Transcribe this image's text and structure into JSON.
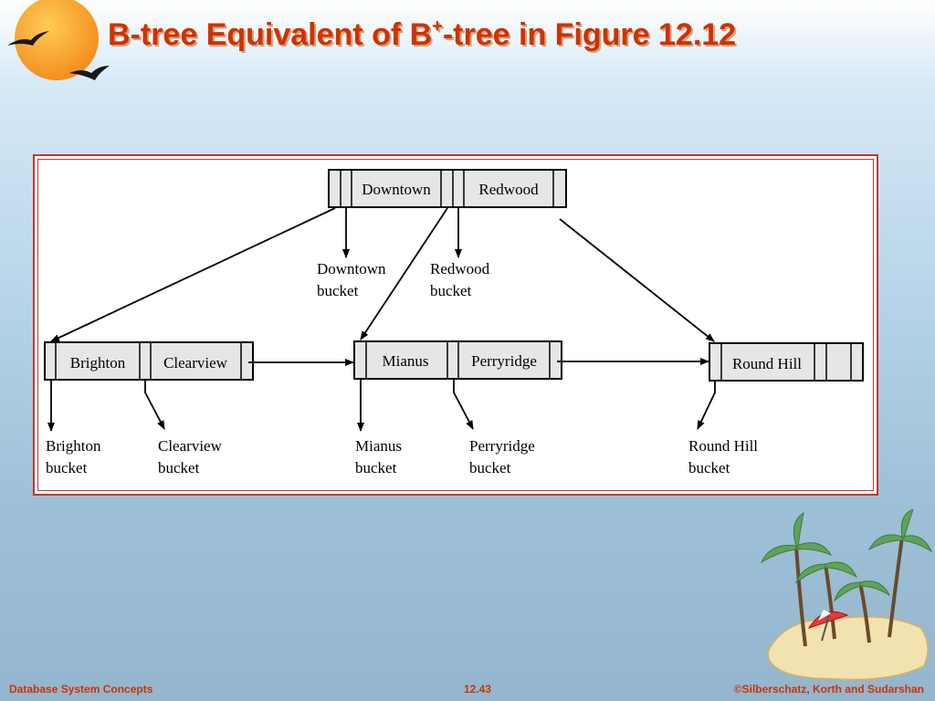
{
  "title": {
    "prefix": "B-tree Equivalent of B",
    "sup": "+",
    "suffix": "-tree in Figure 12.12"
  },
  "diagram": {
    "root_keys": [
      "Downtown",
      "Redwood"
    ],
    "left_keys": [
      "Brighton",
      "Clearview"
    ],
    "middle_keys": [
      "Mianus",
      "Perryridge"
    ],
    "right_keys": [
      "Round Hill"
    ],
    "buckets": {
      "downtown": [
        "Downtown",
        "bucket"
      ],
      "redwood": [
        "Redwood",
        "bucket"
      ],
      "brighton": [
        "Brighton",
        "bucket"
      ],
      "clearview": [
        "Clearview",
        "bucket"
      ],
      "mianus": [
        "Mianus",
        "bucket"
      ],
      "perryridge": [
        "Perryridge",
        "bucket"
      ],
      "roundhill": [
        "Round Hill",
        "bucket"
      ]
    }
  },
  "footer": {
    "left": "Database System Concepts",
    "center": "12.43",
    "right": "©Silberschatz, Korth and Sudarshan"
  }
}
